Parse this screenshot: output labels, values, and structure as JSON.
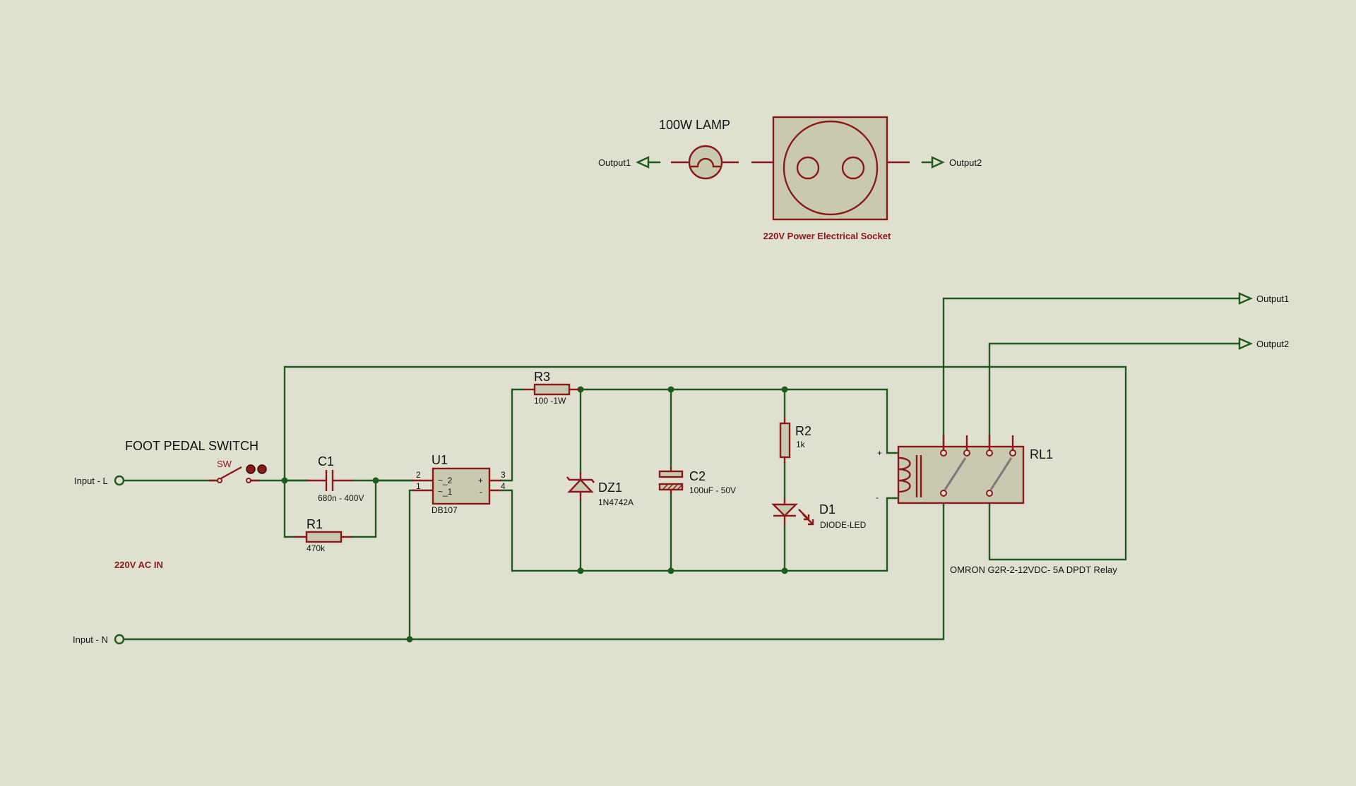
{
  "lamp": {
    "title": "100W LAMP"
  },
  "socket": {
    "title": "220V Power Electrical Socket"
  },
  "terminals": {
    "output1": "Output1",
    "output2": "Output2",
    "input_l": "Input - L",
    "input_n": "Input - N"
  },
  "switch": {
    "title": "FOOT PEDAL SWITCH",
    "ref": "SW"
  },
  "ac_in_label": "220V AC IN",
  "C1": {
    "ref": "C1",
    "value": "680n - 400V"
  },
  "R1": {
    "ref": "R1",
    "value": "470k"
  },
  "U1": {
    "ref": "U1",
    "part": "DB107",
    "pins": {
      "p2": "2",
      "p1": "1",
      "p3": "3",
      "p4": "4"
    },
    "inner": {
      "ac2": "~_2",
      "ac1": "~_1",
      "plus": "+",
      "minus": "-"
    }
  },
  "R3": {
    "ref": "R3",
    "value": "100 -1W"
  },
  "DZ1": {
    "ref": "DZ1",
    "value": "1N4742A"
  },
  "C2": {
    "ref": "C2",
    "value": "100uF - 50V"
  },
  "R2": {
    "ref": "R2",
    "value": "1k"
  },
  "D1": {
    "ref": "D1",
    "value": "DIODE-LED"
  },
  "RL1": {
    "ref": "RL1",
    "plus": "+",
    "minus": "-",
    "description": "OMRON G2R-2-12VDC- 5A DPDT Relay"
  },
  "colors": {
    "background": "#e0e0d1",
    "wire": "#1f5a1f",
    "component": "#8a1a1a",
    "component_fill": "#c9c9b0"
  }
}
